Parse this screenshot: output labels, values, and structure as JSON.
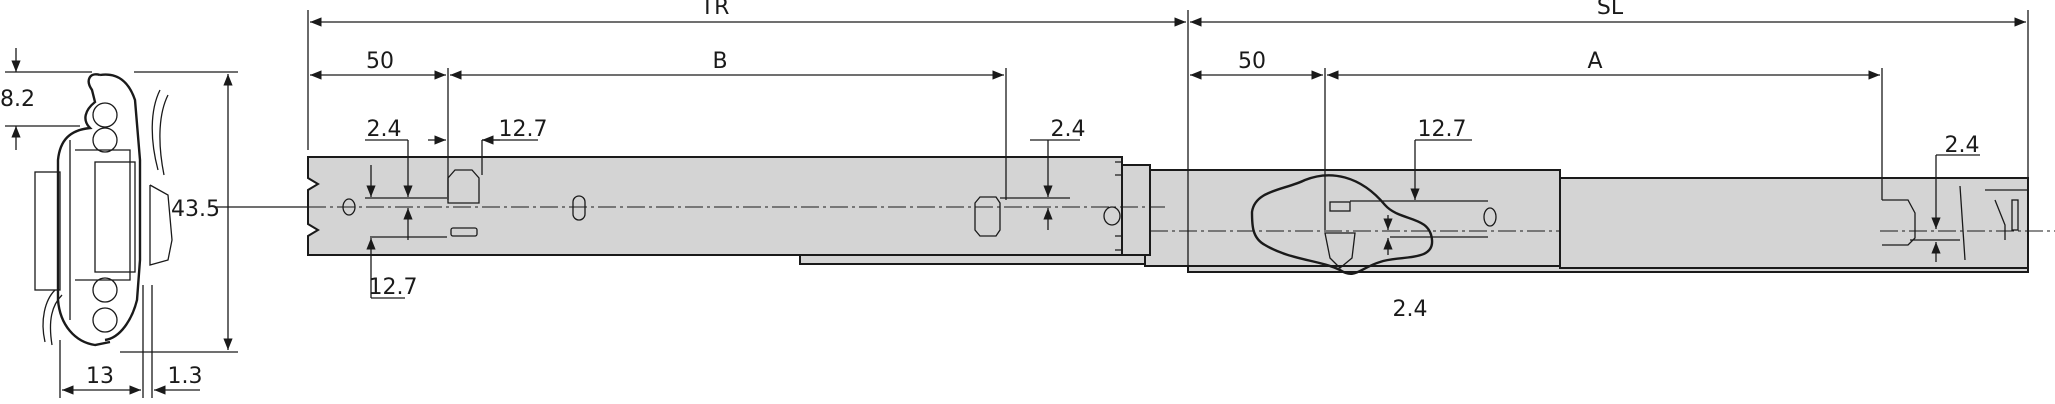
{
  "drawing": {
    "colors": {
      "line": "#1a1a1a",
      "rail_fill": "#d4d4d4",
      "background": "#ffffff"
    },
    "profile": {
      "height_label": "43.5",
      "top_offset_label": "8.2",
      "width_label": "13",
      "gap_label": "1.3"
    },
    "side": {
      "travel_label": "TR",
      "slide_length_label": "SL",
      "inner_first_hole_label": "50",
      "inner_pitch_label": "B",
      "outer_first_hole_label": "50",
      "outer_pitch_label": "A",
      "inner_hole_offset_label": "2.4",
      "inner_slot_upper_label": "12.7",
      "inner_slot_lower_label": "12.7",
      "inner_rear_offset_label": "2.4",
      "middle_slot_label": "12.7",
      "middle_offset_label": "2.4",
      "outer_rear_offset_label": "2.4"
    }
  }
}
